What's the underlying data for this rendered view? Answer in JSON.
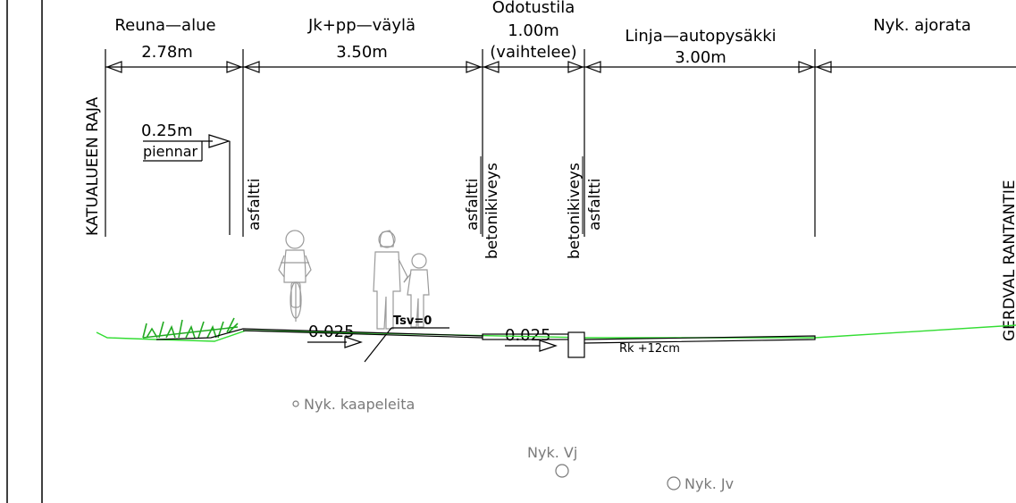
{
  "sections": [
    {
      "id": "reuna",
      "name": "Reuna—alue",
      "width": "2.78m"
    },
    {
      "id": "jkpp",
      "name": "Jk+pp—väylä",
      "width": "3.50m"
    },
    {
      "id": "odotus",
      "name": "Odotustila",
      "width": "1.00m",
      "note": "(vaihtelee)"
    },
    {
      "id": "linja",
      "name": "Linja—autopysäkki",
      "width": "3.00m"
    },
    {
      "id": "ajorata",
      "name": "Nyk.  ajorata"
    }
  ],
  "boundary_label": "KATUALUEEN  RAJA",
  "right_edge_label": "GERDVAL RANTANTIE",
  "shoulder": {
    "width": "0.25m",
    "label": "piennar"
  },
  "surfaces": {
    "asfaltti_1": "asfaltti",
    "asfaltti_2": "asfaltti",
    "betonikiveys_1": "betonikiveys",
    "betonikiveys_2": "betonikiveys",
    "asfaltti_3": "asfaltti"
  },
  "slopes": {
    "left": "0.025",
    "right": "0.025"
  },
  "tsv": "Tsv=0",
  "curb": "Rk +12cm",
  "utilities": {
    "kaapeleita": "Nyk.  kaapeleita",
    "vj": "Nyk.  Vj",
    "jv": "Nyk.  Jv"
  },
  "colors": {
    "line": "#000000",
    "ground": "#33dd33",
    "grass": "#22aa22",
    "existing": "#7a7a7a"
  }
}
